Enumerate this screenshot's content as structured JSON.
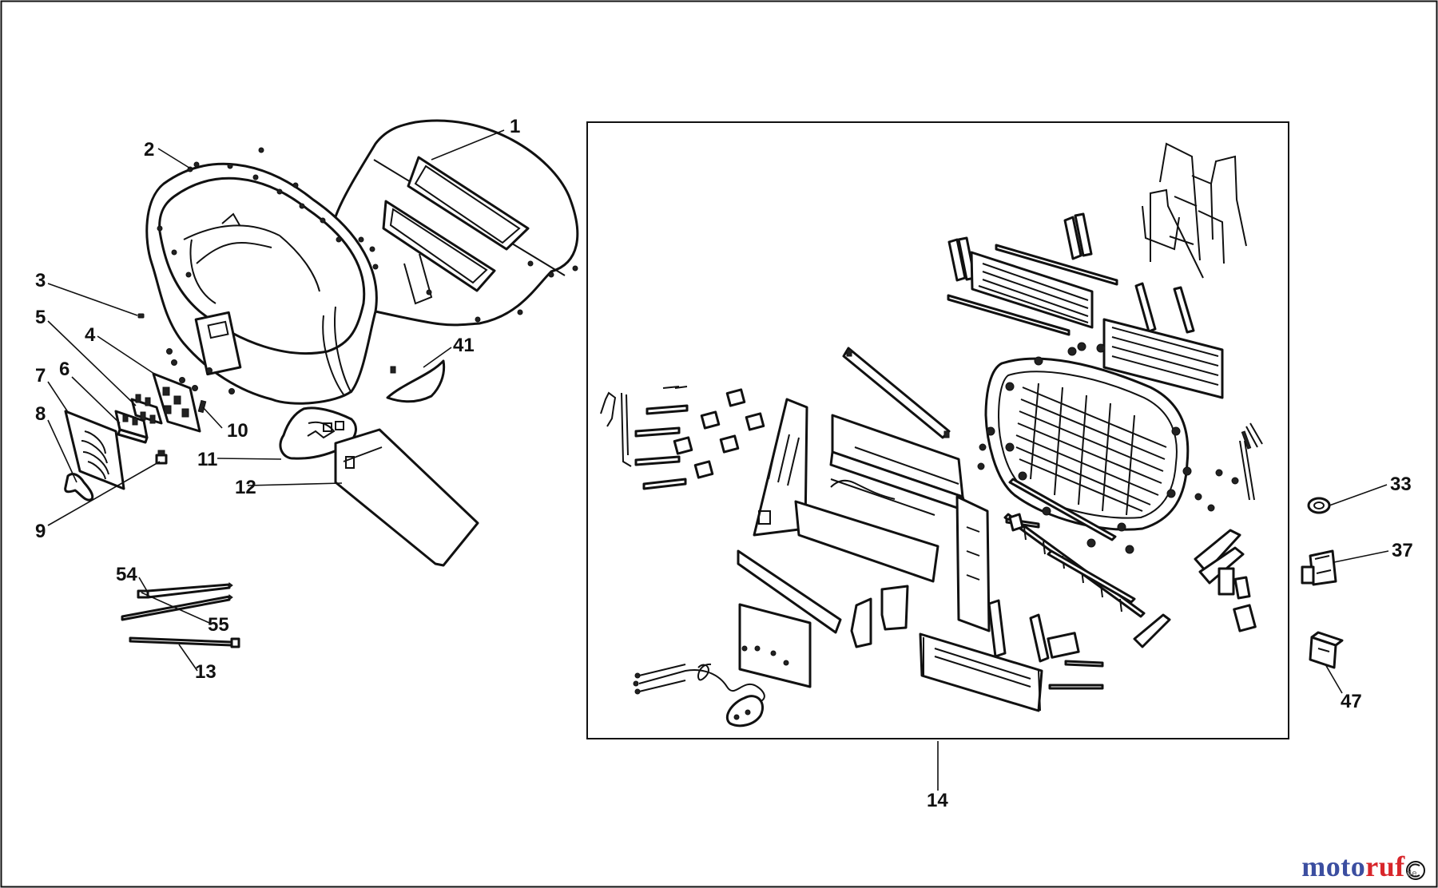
{
  "diagram": {
    "callouts": [
      "1",
      "2",
      "3",
      "4",
      "5",
      "6",
      "7",
      "8",
      "9",
      "10",
      "11",
      "12",
      "13",
      "14",
      "33",
      "37",
      "41",
      "47",
      "54",
      "55"
    ]
  },
  "watermark": {
    "moto": "moto",
    "ruf": "ruf",
    "sub": "de"
  }
}
